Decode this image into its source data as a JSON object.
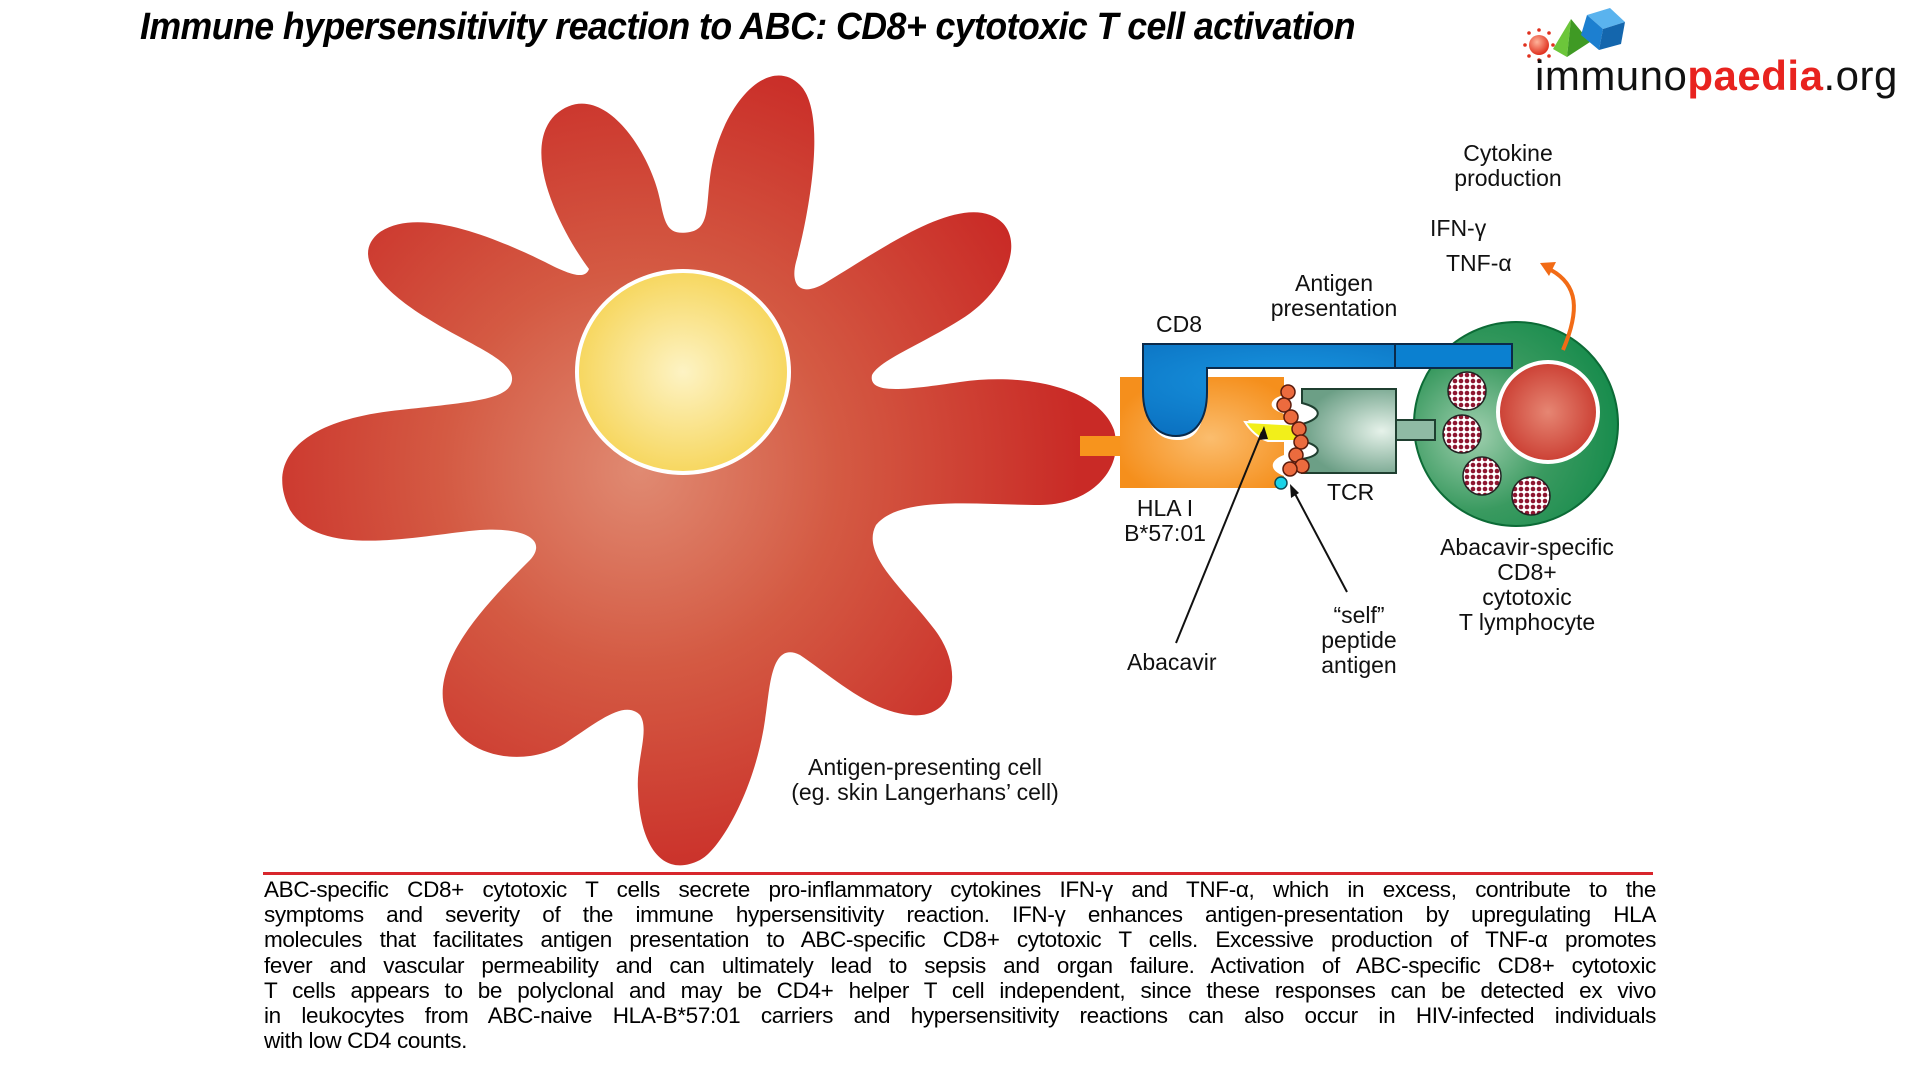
{
  "title": "Immune hypersensitivity reaction to ABC: CD8+ cytotoxic T cell activation",
  "logo": {
    "part1": "immuno",
    "part2": "paedia",
    "part3": ".org",
    "icons": [
      "sun-sphere-icon",
      "green-pyramid-icon",
      "blue-cube-icon"
    ]
  },
  "colors": {
    "apc_red": "#cc2e28",
    "nucleus_yellow": "#f7d85a",
    "hla_orange": "#f7941d",
    "cd8_blue": "#0b80d0",
    "tcr_green": "#6fa58a",
    "tcell_green": "#138a4a",
    "arrow_orange": "#f26b16",
    "peptide_orange": "#ec6b3e",
    "abacavir_yellow": "#f2ef1a",
    "cyan_dot": "#19d3e8",
    "caption_rule": "#d8262c",
    "logo_red": "#e8231f"
  },
  "labels": {
    "cytokine": [
      "Cytokine",
      "production"
    ],
    "ifn": "IFN-γ",
    "tnf": "TNF-α",
    "antigen_presentation": [
      "Antigen",
      "presentation"
    ],
    "cd8": "CD8",
    "hla": [
      "HLA I",
      "B*57:01"
    ],
    "tcr": "TCR",
    "abacavir": "Abacavir",
    "self_peptide": [
      "“self”",
      "peptide",
      "antigen"
    ],
    "tcell": [
      "Abacavir-specific",
      "CD8+",
      "cytotoxic",
      "T lymphocyte"
    ],
    "apc": [
      "Antigen-presenting cell",
      "(eg. skin Langerhans’ cell)"
    ]
  },
  "caption_lines": [
    "ABC-specific CD8+ cytotoxic T cells secrete pro-inflammatory cytokines IFN-γ and TNF-α, which in excess, contribute to the",
    "symptoms and severity of the immune hypersensitivity reaction. IFN-γ enhances antigen-presentation by upregulating HLA",
    "molecules that facilitates antigen presentation to ABC-specific CD8+ cytotoxic T cells. Excessive production of TNF-α promotes",
    "fever and vascular permeability and can ultimately lead to sepsis and organ failure. Activation of ABC-specific CD8+ cytotoxic",
    "T cells appears to be polyclonal and may be CD4+ helper T cell independent, since these responses can be detected ex vivo",
    "in leukocytes from ABC-naive HLA-B*57:01 carriers and hypersensitivity reactions can also occur in HIV-infected individuals",
    "with low CD4 counts."
  ]
}
